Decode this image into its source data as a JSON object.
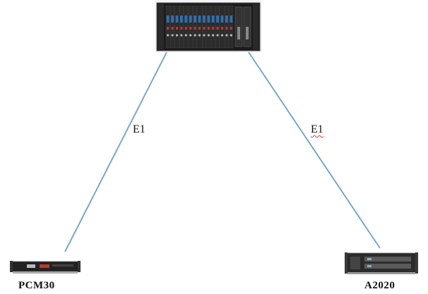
{
  "links": [
    {
      "label": "E1",
      "color": "#7aa8c4"
    },
    {
      "label": "E1",
      "color": "#7aa8c4",
      "spell_underline_color": "#d23a3a"
    }
  ],
  "devices": {
    "central_chassis": {
      "label": "",
      "icon": "rack-chassis-icon",
      "color": "#1a1a1a",
      "card_accent": "#2f6fb0",
      "led_color": "#c0392b"
    },
    "left_device": {
      "label": "PCM30",
      "icon": "1u-pcm-multiplexer-icon",
      "color": "#1c1c1c"
    },
    "right_device": {
      "label": "A2020",
      "icon": "2u-network-device-icon",
      "color": "#2a2a2a"
    }
  }
}
